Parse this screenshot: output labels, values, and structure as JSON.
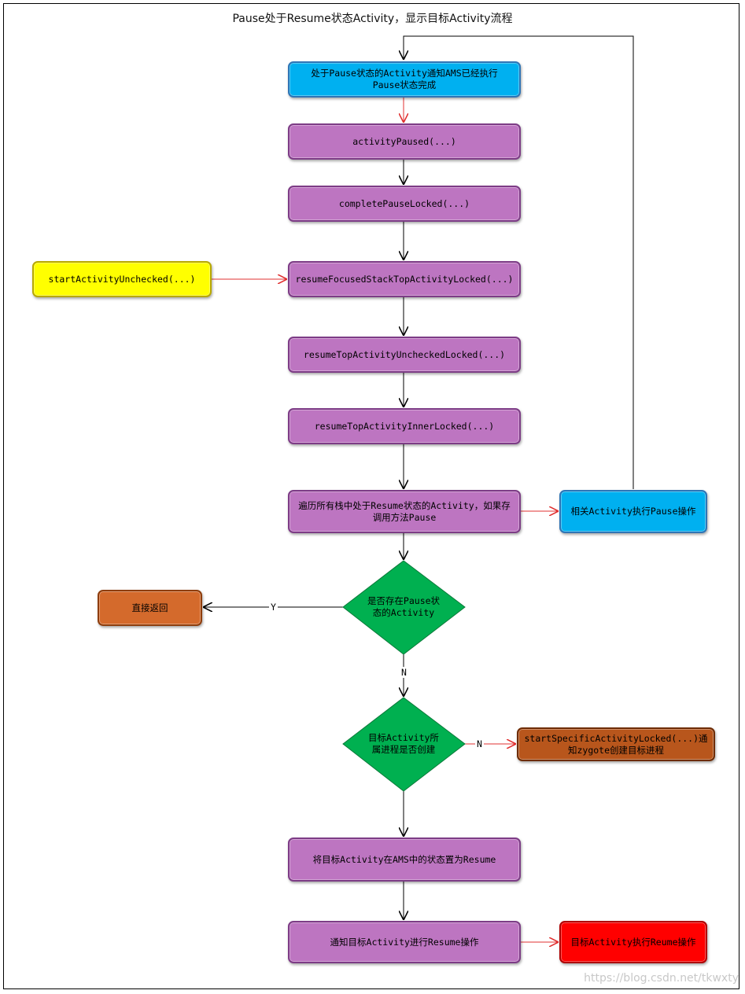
{
  "title": "Pause处于Resume状态Activity，显示目标Activity流程",
  "nodes": {
    "notify_ams": "处于Pause状态的Activity通知AMS已经执行Pause状态完成",
    "activity_paused": "activityPaused(...)",
    "complete_pause": "completePauseLocked(...)",
    "start_unchecked": "startActivityUnchecked(...)",
    "resume_focused": "resumeFocusedStackTopActivityLocked(...)",
    "resume_top_unchecked": "resumeTopActivityUncheckedLocked(...)",
    "resume_top_inner": "resumeTopActivityInnerLocked(...)",
    "traverse_stacks": "遍历所有栈中处于Resume状态的Activity，如果存调用方法Pause",
    "related_pause": "相关Activity执行Pause操作",
    "direct_return": "直接返回",
    "has_pause_activity": "是否存在Pause状态的Activity",
    "process_created": "目标Activity所属进程是否创建",
    "start_specific": "startSpecificActivityLocked(...)通知zygote创建目标进程",
    "set_resume": "将目标Activity在AMS中的状态置为Resume",
    "notify_resume": "通知目标Activity进行Resume操作",
    "target_resume": "目标Activity执行Reume操作"
  },
  "edge_labels": {
    "yes": "Y",
    "no_1": "N",
    "no_2": "N"
  },
  "colors": {
    "blue": "#00b0f0",
    "purple": "#bd75c1",
    "yellow": "#ffff00",
    "orange": "#d46a2c",
    "brown": "#b8561c",
    "red": "#ff0000",
    "green": "#00b050",
    "red_arrow": "#e03030"
  },
  "watermark": "https://blog.csdn.net/tkwxty"
}
